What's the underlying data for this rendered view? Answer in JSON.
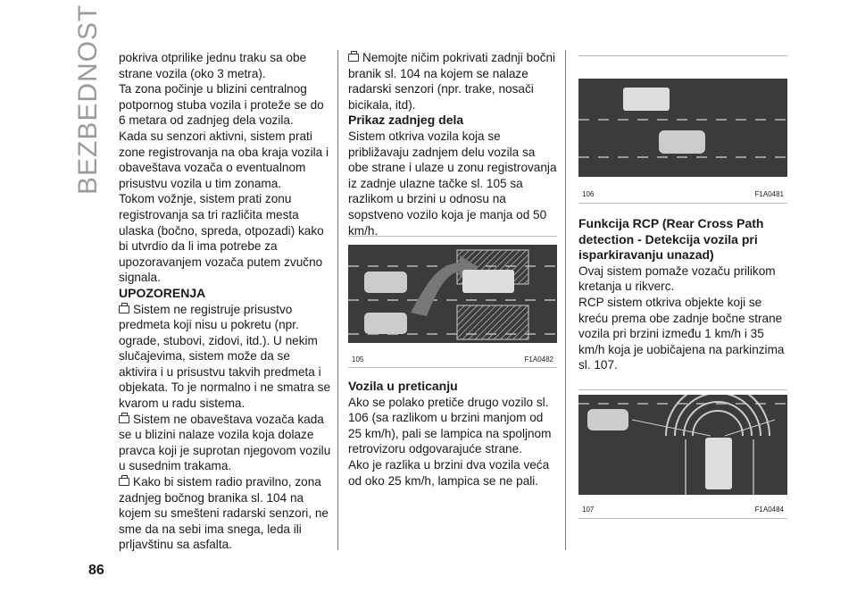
{
  "side_title": "BEZBEDNOST",
  "page_number": "86",
  "col1": {
    "p1": "pokriva otprilike jednu traku sa obe strane vozila (oko 3 metra).",
    "p2": "Ta zona počinje u blizini centralnog potpornog stuba vozila i proteže se do 6 metara od zadnjeg dela vozila.",
    "p3": "Kada su senzori aktivni, sistem prati zone registrovanja na oba kraja vozila i obaveštava vozača o eventualnom prisustvu vozila u tim zonama.",
    "p4": "Tokom vožnje, sistem prati zonu registrovanja sa tri različita mesta ulaska (bočno, spreda, otpozadi) kako bi utvrdio da li ima potrebe za upozoravanjem vozača putem zvučno signala.",
    "warning_title": "UPOZORENJA",
    "w1": "Sistem ne registruje prisustvo predmeta koji nisu u pokretu (npr. ograde, stubovi, zidovi, itd.). U nekim slučajevima, sistem može da se aktivira i u prisustvu takvih predmeta i objekata. To je normalno i ne smatra se kvarom u radu sistema.",
    "w2": "Sistem ne obaveštava vozača kada se u blizini nalaze vozila koja dolaze pravca koji je suprotan njegovom vozilu u susednim trakama.",
    "w3": "Kako bi sistem radio pravilno, zona zadnjeg bočnog branika sl. 104 na kojem su smešteni radarski senzori, ne sme da na sebi ima snega, leda ili prljavštinu sa asfalta."
  },
  "col2": {
    "w4": "Nemojte ničim pokrivati zadnji bočni branik sl. 104 na kojem se nalaze radarski senzori (npr. trake, nosači bicikala, itd).",
    "h1": "Prikaz zadnjeg dela",
    "p1": "Sistem otkriva vozila koja se približavaju zadnjem delu vozila sa obe strane i ulaze u zonu registrovanja iz zadnje ulazne tačke sl. 105 sa razlikom u brzini u odnosu na sopstveno vozilo koja je manja od 50 km/h.",
    "fig_num": "105",
    "fig_code": "F1A0482",
    "h2": "Vozila u preticanju",
    "p2": "Ako se polako pretiče drugo vozilo sl. 106 (sa razlikom u brzini manjom od 25 km/h), pali se lampica na spoljnom retrovizoru odgovarajuće strane.",
    "p3": "Ako je razlika u brzini dva vozila veća od oko 25 km/h, lampica se ne pali."
  },
  "col3": {
    "fig1_num": "106",
    "fig1_code": "F1A0481",
    "h1": "Funkcija RCP (Rear Cross Path detection - Detekcija vozila pri isparkiravanju unazad)",
    "p1": "Ovaj sistem pomaže vozaču prilikom kretanja u rikverc.",
    "p2": "RCP sistem otkriva objekte koji se kreću prema obe zadnje bočne strane vozila pri brzini između 1 km/h i 35 km/h koja je uobičajena na parkinzima sl. 107.",
    "fig2_num": "107",
    "fig2_code": "F1A0484"
  }
}
